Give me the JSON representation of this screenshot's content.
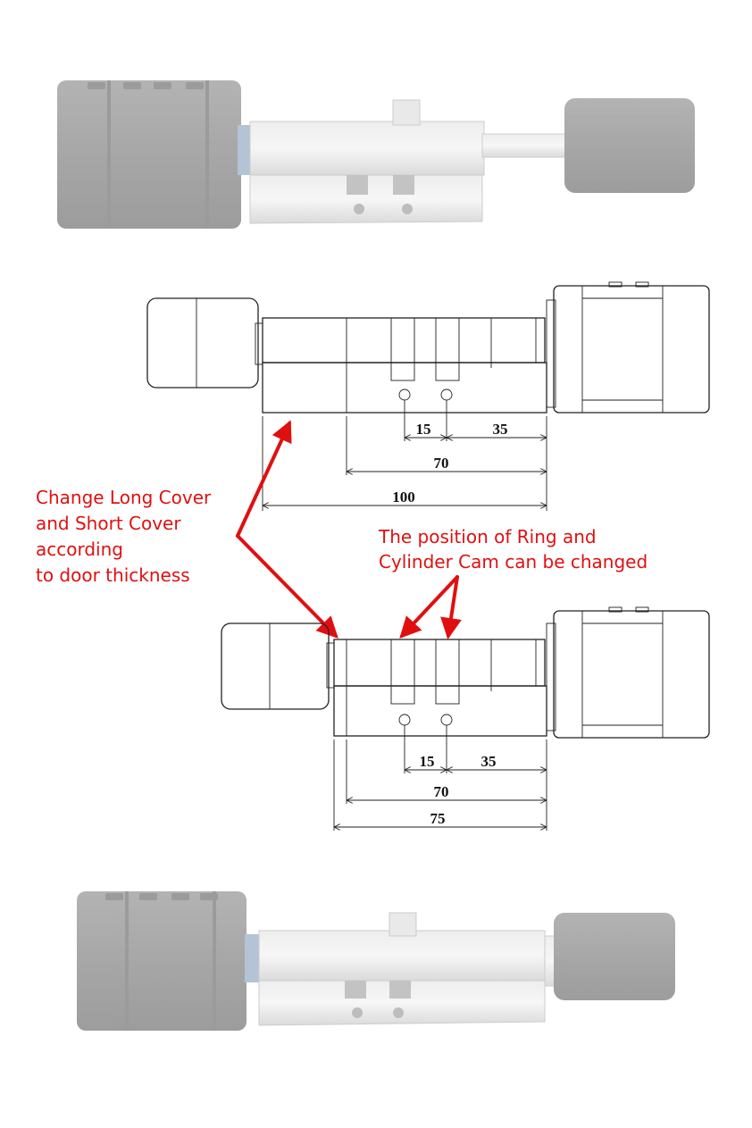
{
  "diagram1": {
    "dim_15": "15",
    "dim_35": "35",
    "dim_70": "70",
    "dim_100": "100"
  },
  "diagram2": {
    "dim_15": "15",
    "dim_35": "35",
    "dim_70": "70",
    "dim_75": "75"
  },
  "annotations": {
    "cover_line1": "Change Long Cover",
    "cover_line2": "and Short Cover",
    "cover_line3": "according",
    "cover_line4": "to door thickness",
    "ring_line1": "The position of Ring and",
    "ring_line2": "Cylinder Cam can be changed"
  },
  "colors": {
    "annotation": "#e01010",
    "photo_gray": "#8e8e8e",
    "photo_silver": "#d9d9d9"
  }
}
